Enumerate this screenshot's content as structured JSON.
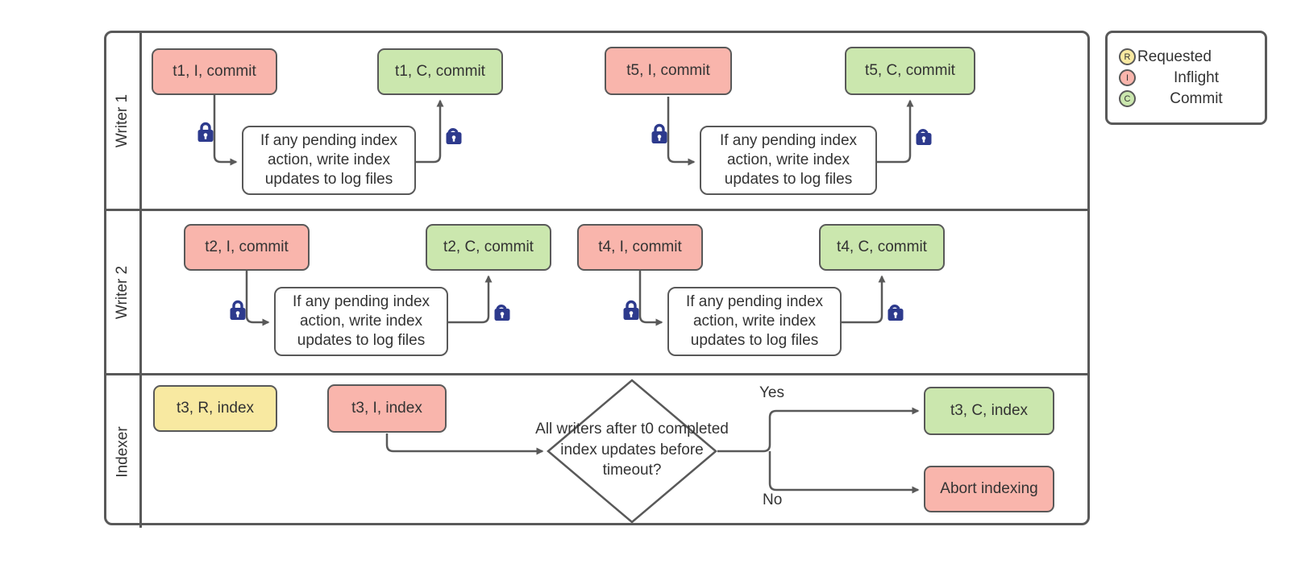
{
  "lanes": [
    {
      "label": "Writer 1"
    },
    {
      "label": "Writer 2"
    },
    {
      "label": "Indexer"
    }
  ],
  "nodes": {
    "t1_i": {
      "label": "t1, I, commit",
      "status": "inflight"
    },
    "t1_log": {
      "label": "If any pending index action, write index updates to log files",
      "status": "process"
    },
    "t1_c": {
      "label": "t1, C, commit",
      "status": "commit"
    },
    "t5_i": {
      "label": "t5, I, commit",
      "status": "inflight"
    },
    "t5_log": {
      "label": "If any pending index action, write index updates to log files",
      "status": "process"
    },
    "t5_c": {
      "label": "t5, C, commit",
      "status": "commit"
    },
    "t2_i": {
      "label": "t2, I, commit",
      "status": "inflight"
    },
    "t2_log": {
      "label": "If any pending index action, write index updates to log files",
      "status": "process"
    },
    "t2_c": {
      "label": "t2, C, commit",
      "status": "commit"
    },
    "t4_i": {
      "label": "t4, I, commit",
      "status": "inflight"
    },
    "t4_log": {
      "label": "If any pending index action, write index updates to log files",
      "status": "process"
    },
    "t4_c": {
      "label": "t4, C, commit",
      "status": "commit"
    },
    "t3_r": {
      "label": "t3, R, index",
      "status": "requested"
    },
    "t3_i": {
      "label": "t3, I, index",
      "status": "inflight"
    },
    "t3_c": {
      "label": "t3, C, index",
      "status": "commit"
    },
    "abort": {
      "label": "Abort indexing",
      "status": "inflight"
    }
  },
  "decision": {
    "label": "All writers after t0 completed index updates before timeout?",
    "yes_label": "Yes",
    "no_label": "No"
  },
  "legend": {
    "items": [
      {
        "letter": "R",
        "label": "Requested",
        "color": "#f8e9a1"
      },
      {
        "letter": "I",
        "label": "Inflight",
        "color": "#f9b5ac"
      },
      {
        "letter": "C",
        "label": "Commit",
        "color": "#cbe7ae"
      }
    ]
  },
  "colors": {
    "requested": "#f8e9a1",
    "inflight": "#f9b5ac",
    "commit": "#cbe7ae",
    "border": "#595959",
    "lock": "#2d3a8d"
  }
}
